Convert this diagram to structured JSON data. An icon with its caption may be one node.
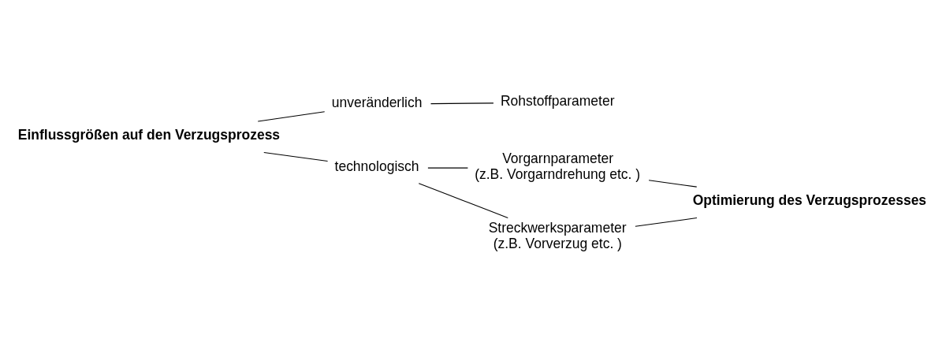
{
  "diagram": {
    "nodes": [
      {
        "text": [
          "Einflussgrößen auf den Verzugsprozess"
        ]
      },
      {
        "text": [
          "unveränderlich"
        ]
      },
      {
        "text": [
          "Rohstoffparameter"
        ]
      },
      {
        "text": [
          "technologisch"
        ]
      },
      {
        "text": [
          "Vorgarnparameter",
          "(z.B. Vorgarndrehung etc. )"
        ]
      },
      {
        "text": [
          "Streckwerksparameter",
          "(z.B. Vorverzug etc. )"
        ]
      },
      {
        "text": [
          "Optimierung des Verzugsprozesses"
        ]
      }
    ],
    "edges": [
      {
        "from": 0,
        "to": 1,
        "arrow": "none"
      },
      {
        "from": 1,
        "to": 2,
        "arrow": "none"
      },
      {
        "from": 0,
        "to": 3,
        "arrow": "none"
      },
      {
        "from": 3,
        "to": 4,
        "arrow": "none"
      },
      {
        "from": 3,
        "to": 5,
        "arrow": "none"
      },
      {
        "from": 4,
        "to": 6,
        "arrow": "none"
      },
      {
        "from": 5,
        "to": 6,
        "arrow": "none"
      }
    ]
  }
}
